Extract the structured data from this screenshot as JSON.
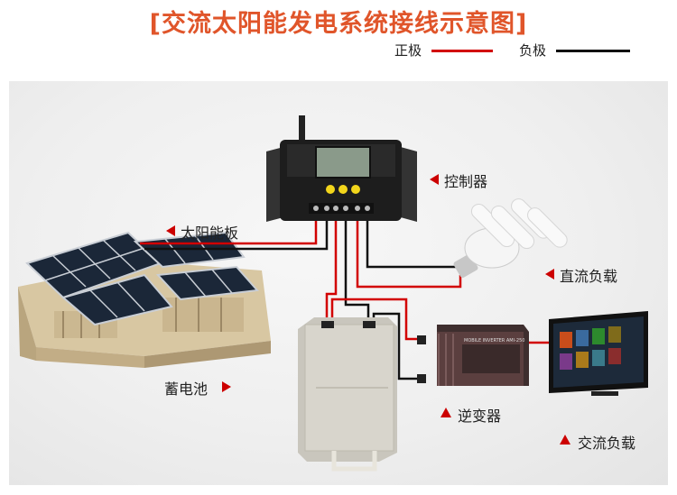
{
  "title": "[交流太阳能发电系统接线示意图]",
  "legend": {
    "positive_label": "正极",
    "negative_label": "负极",
    "positive_color": "#d20000",
    "negative_color": "#111111"
  },
  "labels": {
    "controller": "控制器",
    "solar_panel": "太阳能板",
    "dc_load": "直流负载",
    "battery": "蓄电池",
    "inverter": "逆变器",
    "ac_load": "交流负载"
  },
  "inverter_plate": "MOBILE INVERTER AMI-250",
  "icons": [
    "arrow-left-icon",
    "arrow-right-icon",
    "arrow-up-icon"
  ]
}
